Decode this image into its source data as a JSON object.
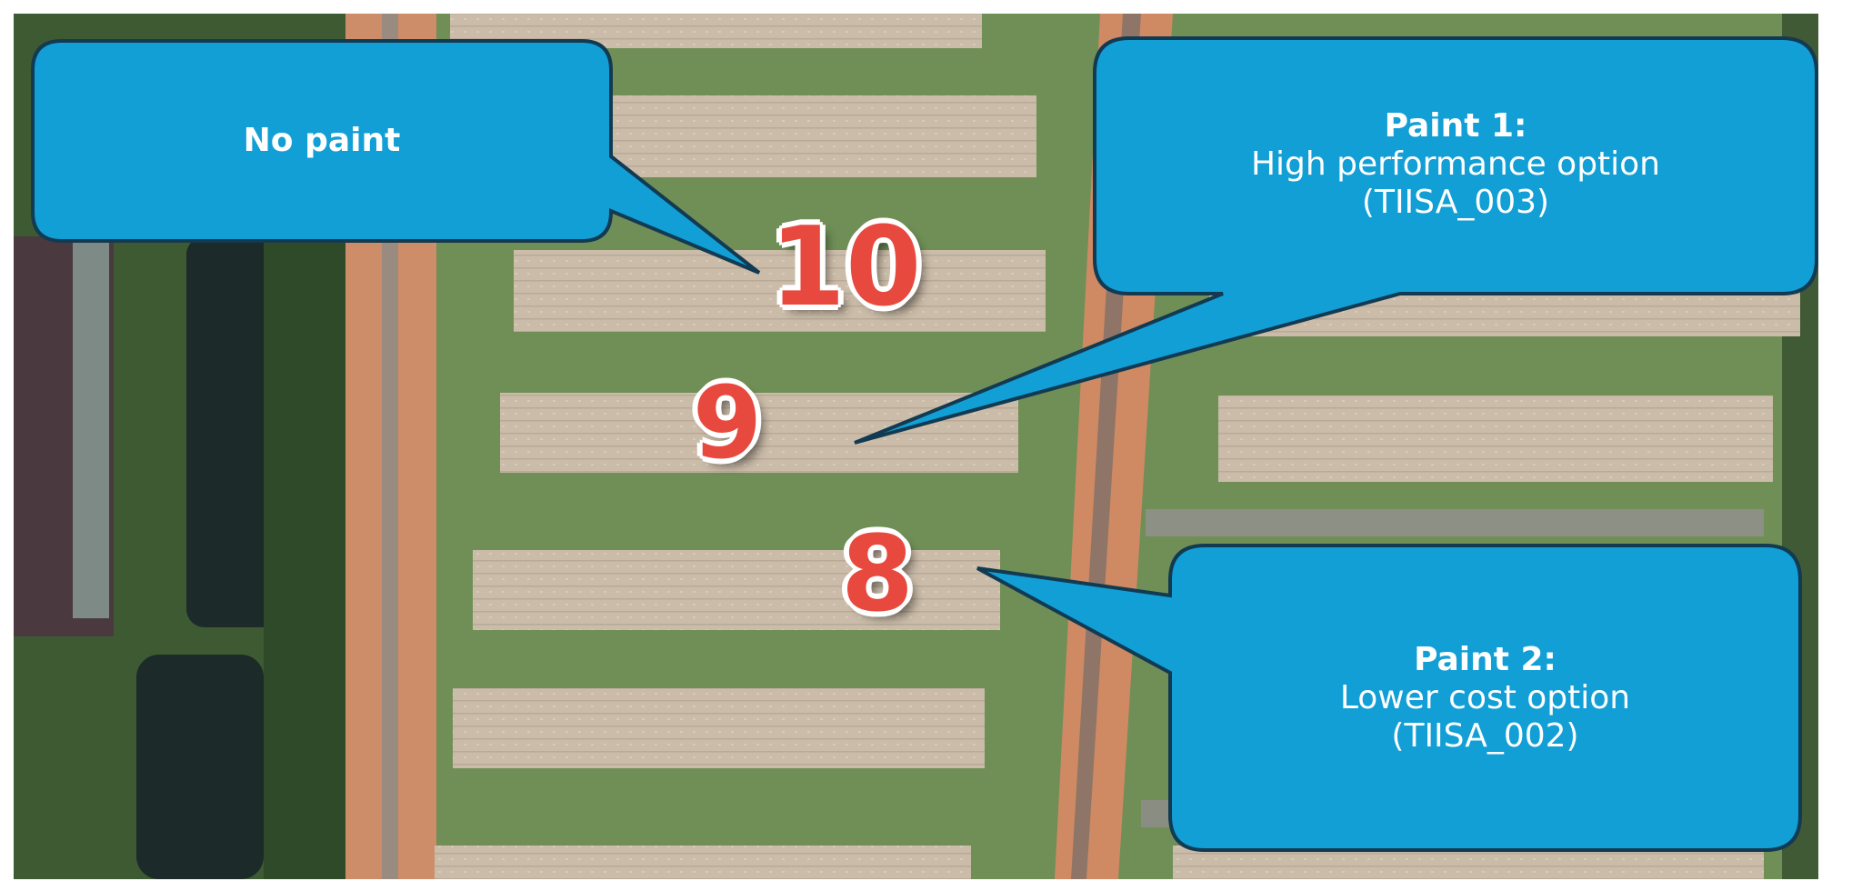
{
  "scene": {
    "type": "aerial satellite photo of long barn roofs with callouts",
    "colors": {
      "callout_fill": "#119fd6",
      "callout_border": "#123a52",
      "number_red": "#e8493f",
      "grass": "#6d8f55",
      "soil": "#cf8a63",
      "roof": "#c9bba8",
      "water": "#1c2a2a"
    }
  },
  "callouts": {
    "no_paint": {
      "title": "No paint"
    },
    "paint1": {
      "title": "Paint 1:",
      "line1": "High performance option",
      "line2": "(TIISA_003)"
    },
    "paint2": {
      "title": "Paint 2:",
      "line1": "Lower cost option",
      "line2": "(TIISA_002)"
    }
  },
  "labels": {
    "n10": "10",
    "n9": "9",
    "n8": "8"
  }
}
